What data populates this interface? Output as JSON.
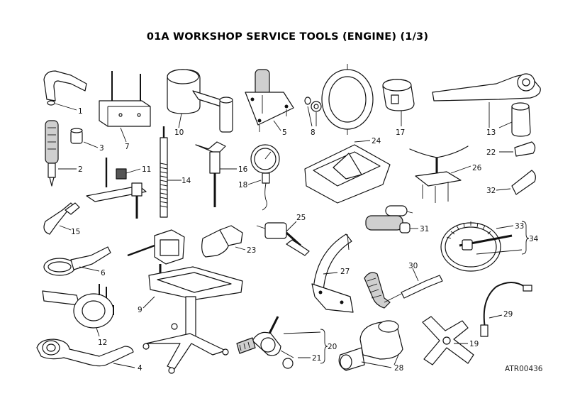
{
  "title": "01A WORKSHOP SERVICE TOOLS (ENGINE) (1/3)",
  "reference": "ATR00436",
  "callouts": {
    "c1": "1",
    "c2": "2",
    "c3": "3",
    "c4": "4",
    "c5": "5",
    "c6": "6",
    "c7": "7",
    "c8": "8",
    "c9": "9",
    "c10": "10",
    "c11": "11",
    "c12": "12",
    "c13": "13",
    "c14": "14",
    "c15": "15",
    "c16": "16",
    "c17": "17",
    "c18": "18",
    "c19": "19",
    "c20": "20",
    "c21": "21",
    "c22": "22",
    "c23": "23",
    "c24": "24",
    "c25": "25",
    "c26": "26",
    "c27": "27",
    "c28": "28",
    "c29": "29",
    "c30": "30",
    "c31": "31",
    "c32": "32",
    "c33": "33",
    "c34": "34"
  }
}
